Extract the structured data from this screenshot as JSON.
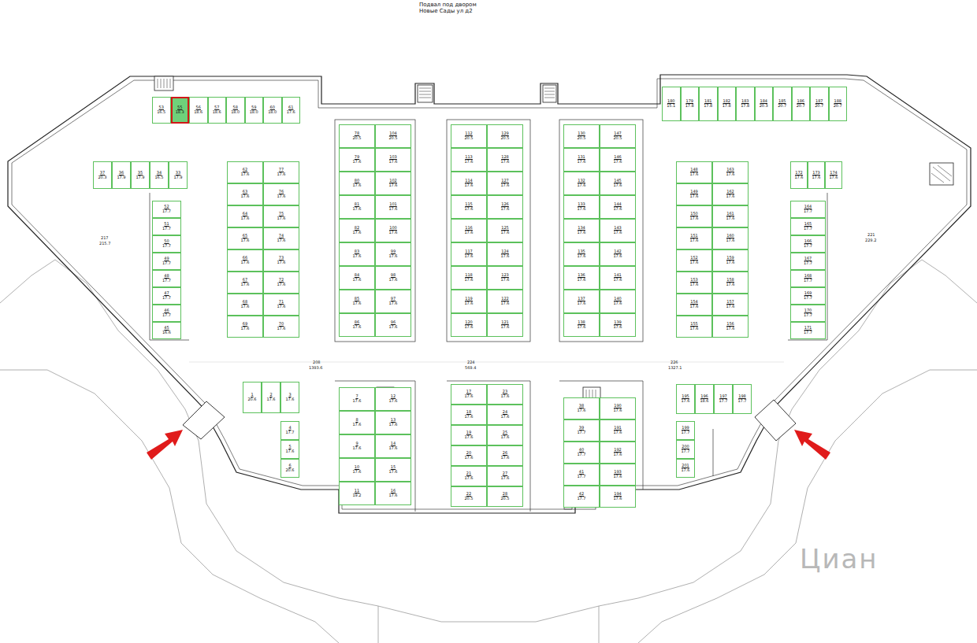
{
  "diagram": {
    "title": "Подвал под двором Новые Сады ул д2",
    "nodes": [
      {
        "text": [
          "53",
          "16.5"
        ]
      },
      {
        "text": [
          "55",
          "18.3"
        ]
      },
      {
        "text": [
          "56",
          "18.6"
        ]
      },
      {
        "text": [
          "57",
          "18.6"
        ]
      },
      {
        "text": [
          "58",
          "18.0"
        ]
      },
      {
        "text": [
          "59",
          "18.0"
        ]
      },
      {
        "text": [
          "60",
          "18.0"
        ]
      },
      {
        "text": [
          "61",
          "17.6"
        ]
      },
      {
        "text": [
          "180",
          "15.1"
        ]
      },
      {
        "text": [
          "179",
          "17.8"
        ]
      },
      {
        "text": [
          "181",
          "17.8"
        ]
      },
      {
        "text": [
          "182",
          "17.8"
        ]
      },
      {
        "text": [
          "183",
          "17.8"
        ]
      },
      {
        "text": [
          "184",
          "20.3"
        ]
      },
      {
        "text": [
          "185",
          "20.7"
        ]
      },
      {
        "text": [
          "186",
          "20.7"
        ]
      },
      {
        "text": [
          "187",
          "20.7"
        ]
      },
      {
        "text": [
          "188",
          "20.7"
        ]
      },
      {
        "text": [
          "37",
          "20.3"
        ]
      },
      {
        "text": [
          "36",
          "17.9"
        ]
      },
      {
        "text": [
          "35",
          "17.9"
        ]
      },
      {
        "text": [
          "34",
          "16.5"
        ]
      },
      {
        "text": [
          "33",
          "17.9"
        ]
      },
      {
        "text": [
          "52",
          "17.7"
        ]
      },
      {
        "text": [
          "51",
          "17.7"
        ]
      },
      {
        "text": [
          "50",
          "17.7"
        ]
      },
      {
        "text": [
          "49",
          "17.7"
        ]
      },
      {
        "text": [
          "48",
          "17.7"
        ]
      },
      {
        "text": [
          "47",
          "17.7"
        ]
      },
      {
        "text": [
          "46",
          "17.7"
        ]
      },
      {
        "text": [
          "45",
          "16.6"
        ]
      },
      {
        "text": [
          "62",
          "17.6"
        ]
      },
      {
        "text": [
          "77",
          "17.6"
        ]
      },
      {
        "text": [
          "63",
          "17.6"
        ]
      },
      {
        "text": [
          "76",
          "17.6"
        ]
      },
      {
        "text": [
          "64",
          "17.6"
        ]
      },
      {
        "text": [
          "75",
          "17.6"
        ]
      },
      {
        "text": [
          "65",
          "17.6"
        ]
      },
      {
        "text": [
          "74",
          "17.6"
        ]
      },
      {
        "text": [
          "66",
          "17.6"
        ]
      },
      {
        "text": [
          "73",
          "17.6"
        ]
      },
      {
        "text": [
          "67",
          "17.6"
        ]
      },
      {
        "text": [
          "72",
          "17.6"
        ]
      },
      {
        "text": [
          "68",
          "17.6"
        ]
      },
      {
        "text": [
          "71",
          "17.6"
        ]
      },
      {
        "text": [
          "69",
          "17.6"
        ]
      },
      {
        "text": [
          "70",
          "17.6"
        ]
      },
      {
        "text": [
          "78",
          "20.5"
        ]
      },
      {
        "text": [
          "104",
          "20.5"
        ]
      },
      {
        "text": [
          "79",
          "17.6"
        ]
      },
      {
        "text": [
          "103",
          "17.6"
        ]
      },
      {
        "text": [
          "80",
          "17.6"
        ]
      },
      {
        "text": [
          "102",
          "17.6"
        ]
      },
      {
        "text": [
          "81",
          "17.6"
        ]
      },
      {
        "text": [
          "101",
          "17.6"
        ]
      },
      {
        "text": [
          "82",
          "17.6"
        ]
      },
      {
        "text": [
          "100",
          "17.6"
        ]
      },
      {
        "text": [
          "83",
          "17.6"
        ]
      },
      {
        "text": [
          "99",
          "17.6"
        ]
      },
      {
        "text": [
          "84",
          "17.6"
        ]
      },
      {
        "text": [
          "98",
          "17.6"
        ]
      },
      {
        "text": [
          "85",
          "17.6"
        ]
      },
      {
        "text": [
          "97",
          "17.6"
        ]
      },
      {
        "text": [
          "86",
          "17.6"
        ]
      },
      {
        "text": [
          "96",
          "17.6"
        ]
      },
      {
        "text": [
          "112",
          "20.5"
        ]
      },
      {
        "text": [
          "129",
          "20.5"
        ]
      },
      {
        "text": [
          "113",
          "17.6"
        ]
      },
      {
        "text": [
          "128",
          "17.6"
        ]
      },
      {
        "text": [
          "114",
          "17.6"
        ]
      },
      {
        "text": [
          "127",
          "17.6"
        ]
      },
      {
        "text": [
          "115",
          "17.6"
        ]
      },
      {
        "text": [
          "126",
          "17.6"
        ]
      },
      {
        "text": [
          "116",
          "17.6"
        ]
      },
      {
        "text": [
          "125",
          "17.6"
        ]
      },
      {
        "text": [
          "117",
          "17.6"
        ]
      },
      {
        "text": [
          "124",
          "17.6"
        ]
      },
      {
        "text": [
          "118",
          "17.6"
        ]
      },
      {
        "text": [
          "123",
          "17.6"
        ]
      },
      {
        "text": [
          "119",
          "17.6"
        ]
      },
      {
        "text": [
          "122",
          "17.6"
        ]
      },
      {
        "text": [
          "120",
          "17.6"
        ]
      },
      {
        "text": [
          "121",
          "17.6"
        ]
      },
      {
        "text": [
          "130",
          "20.5"
        ]
      },
      {
        "text": [
          "147",
          "20.5"
        ]
      },
      {
        "text": [
          "131",
          "17.6"
        ]
      },
      {
        "text": [
          "146",
          "17.6"
        ]
      },
      {
        "text": [
          "132",
          "17.6"
        ]
      },
      {
        "text": [
          "145",
          "17.6"
        ]
      },
      {
        "text": [
          "133",
          "17.6"
        ]
      },
      {
        "text": [
          "144",
          "17.6"
        ]
      },
      {
        "text": [
          "134",
          "17.6"
        ]
      },
      {
        "text": [
          "143",
          "17.6"
        ]
      },
      {
        "text": [
          "135",
          "17.6"
        ]
      },
      {
        "text": [
          "142",
          "17.6"
        ]
      },
      {
        "text": [
          "136",
          "17.6"
        ]
      },
      {
        "text": [
          "141",
          "17.6"
        ]
      },
      {
        "text": [
          "137",
          "17.6"
        ]
      },
      {
        "text": [
          "140",
          "17.6"
        ]
      },
      {
        "text": [
          "138",
          "17.6"
        ]
      },
      {
        "text": [
          "139",
          "17.6"
        ]
      },
      {
        "text": [
          "148",
          "17.6"
        ]
      },
      {
        "text": [
          "163",
          "17.6"
        ]
      },
      {
        "text": [
          "149",
          "17.6"
        ]
      },
      {
        "text": [
          "162",
          "17.6"
        ]
      },
      {
        "text": [
          "150",
          "17.6"
        ]
      },
      {
        "text": [
          "161",
          "17.6"
        ]
      },
      {
        "text": [
          "151",
          "17.6"
        ]
      },
      {
        "text": [
          "160",
          "17.6"
        ]
      },
      {
        "text": [
          "152",
          "17.6"
        ]
      },
      {
        "text": [
          "159",
          "17.6"
        ]
      },
      {
        "text": [
          "153",
          "17.6"
        ]
      },
      {
        "text": [
          "158",
          "17.6"
        ]
      },
      {
        "text": [
          "154",
          "17.6"
        ]
      },
      {
        "text": [
          "157",
          "17.6"
        ]
      },
      {
        "text": [
          "155",
          "17.6"
        ]
      },
      {
        "text": [
          "156",
          "17.6"
        ]
      },
      {
        "text": [
          "164",
          "17.7"
        ]
      },
      {
        "text": [
          "165",
          "17.7"
        ]
      },
      {
        "text": [
          "166",
          "17.7"
        ]
      },
      {
        "text": [
          "167",
          "17.7"
        ]
      },
      {
        "text": [
          "168",
          "17.7"
        ]
      },
      {
        "text": [
          "169",
          "17.7"
        ]
      },
      {
        "text": [
          "170",
          "17.7"
        ]
      },
      {
        "text": [
          "171",
          "17.7"
        ]
      },
      {
        "text": [
          "172",
          "17.6"
        ]
      },
      {
        "text": [
          "173",
          "17.6"
        ]
      },
      {
        "text": [
          "174",
          "17.6"
        ]
      },
      {
        "text": [
          "1",
          "20.6"
        ]
      },
      {
        "text": [
          "2",
          "17.6"
        ]
      },
      {
        "text": [
          "3",
          "17.6"
        ]
      },
      {
        "text": [
          "4",
          "17.7"
        ]
      },
      {
        "text": [
          "5",
          "17.6"
        ]
      },
      {
        "text": [
          "6",
          "20.6"
        ]
      },
      {
        "text": [
          "7",
          "17.6"
        ]
      },
      {
        "text": [
          "12",
          "17.6"
        ]
      },
      {
        "text": [
          "8",
          "17.6"
        ]
      },
      {
        "text": [
          "13",
          "17.6"
        ]
      },
      {
        "text": [
          "9",
          "17.6"
        ]
      },
      {
        "text": [
          "14",
          "17.6"
        ]
      },
      {
        "text": [
          "10",
          "17.6"
        ]
      },
      {
        "text": [
          "15",
          "17.6"
        ]
      },
      {
        "text": [
          "11",
          "19.2"
        ]
      },
      {
        "text": [
          "16",
          "17.6"
        ]
      },
      {
        "text": [
          "17",
          "17.6"
        ]
      },
      {
        "text": [
          "23",
          "17.6"
        ]
      },
      {
        "text": [
          "18",
          "17.6"
        ]
      },
      {
        "text": [
          "24",
          "17.6"
        ]
      },
      {
        "text": [
          "19",
          "17.6"
        ]
      },
      {
        "text": [
          "25",
          "17.6"
        ]
      },
      {
        "text": [
          "20",
          "17.6"
        ]
      },
      {
        "text": [
          "26",
          "17.6"
        ]
      },
      {
        "text": [
          "21",
          "17.6"
        ]
      },
      {
        "text": [
          "27",
          "17.6"
        ]
      },
      {
        "text": [
          "22",
          "20.5"
        ]
      },
      {
        "text": [
          "28",
          "20.5"
        ]
      },
      {
        "text": [
          "38",
          "17.6"
        ]
      },
      {
        "text": [
          "190",
          "17.6"
        ]
      },
      {
        "text": [
          "39",
          "17.7"
        ]
      },
      {
        "text": [
          "191",
          "17.6"
        ]
      },
      {
        "text": [
          "40",
          "17.7"
        ]
      },
      {
        "text": [
          "192",
          "17.6"
        ]
      },
      {
        "text": [
          "41",
          "17.7"
        ]
      },
      {
        "text": [
          "193",
          "17.6"
        ]
      },
      {
        "text": [
          "42",
          "17.7"
        ]
      },
      {
        "text": [
          "194",
          "17.6"
        ]
      },
      {
        "text": [
          "195",
          "17.6"
        ]
      },
      {
        "text": [
          "196",
          "18.6"
        ]
      },
      {
        "text": [
          "197",
          "17.7"
        ]
      },
      {
        "text": [
          "198",
          "17.7"
        ]
      },
      {
        "text": [
          "199",
          "17.7"
        ]
      },
      {
        "text": [
          "200",
          "17.7"
        ]
      },
      {
        "text": [
          "201",
          "17.6"
        ]
      }
    ],
    "labels": [
      "217",
      "215.7",
      "208",
      "1393.6",
      "224",
      "569.4",
      "226",
      "1327.1",
      "221",
      "229.2",
      "Циан"
    ]
  }
}
